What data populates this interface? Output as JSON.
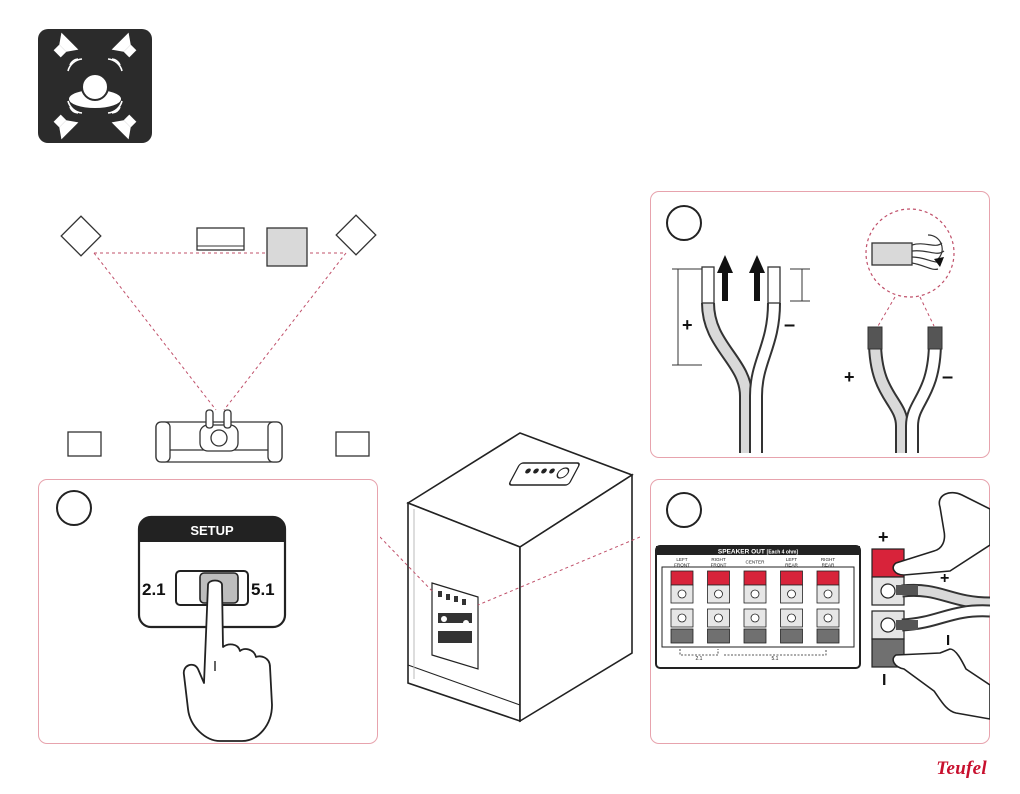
{
  "setup_panel": {
    "header": "SETUP",
    "left_option": "2.1",
    "right_option": "5.1"
  },
  "terminal_panel": {
    "header": "SPEAKER OUT",
    "header_note": "[Each 4 ohm]",
    "channels": [
      "LEFT FRONT",
      "RIGHT FRONT",
      "CENTER",
      "LEFT REAR",
      "RIGHT REAR"
    ],
    "bracket_left": "2.1",
    "bracket_right": "5.1",
    "plus_sign": "+",
    "minus_sign": "I"
  },
  "wire_panel": {
    "plus_label": "+",
    "minus_label": "–"
  },
  "brand": "Teufel",
  "colors": {
    "accent_red": "#d8233a",
    "panel_border": "#e7a3ad",
    "icon_bg": "#2b2b2b",
    "gray_fill": "#d9d9d9"
  }
}
